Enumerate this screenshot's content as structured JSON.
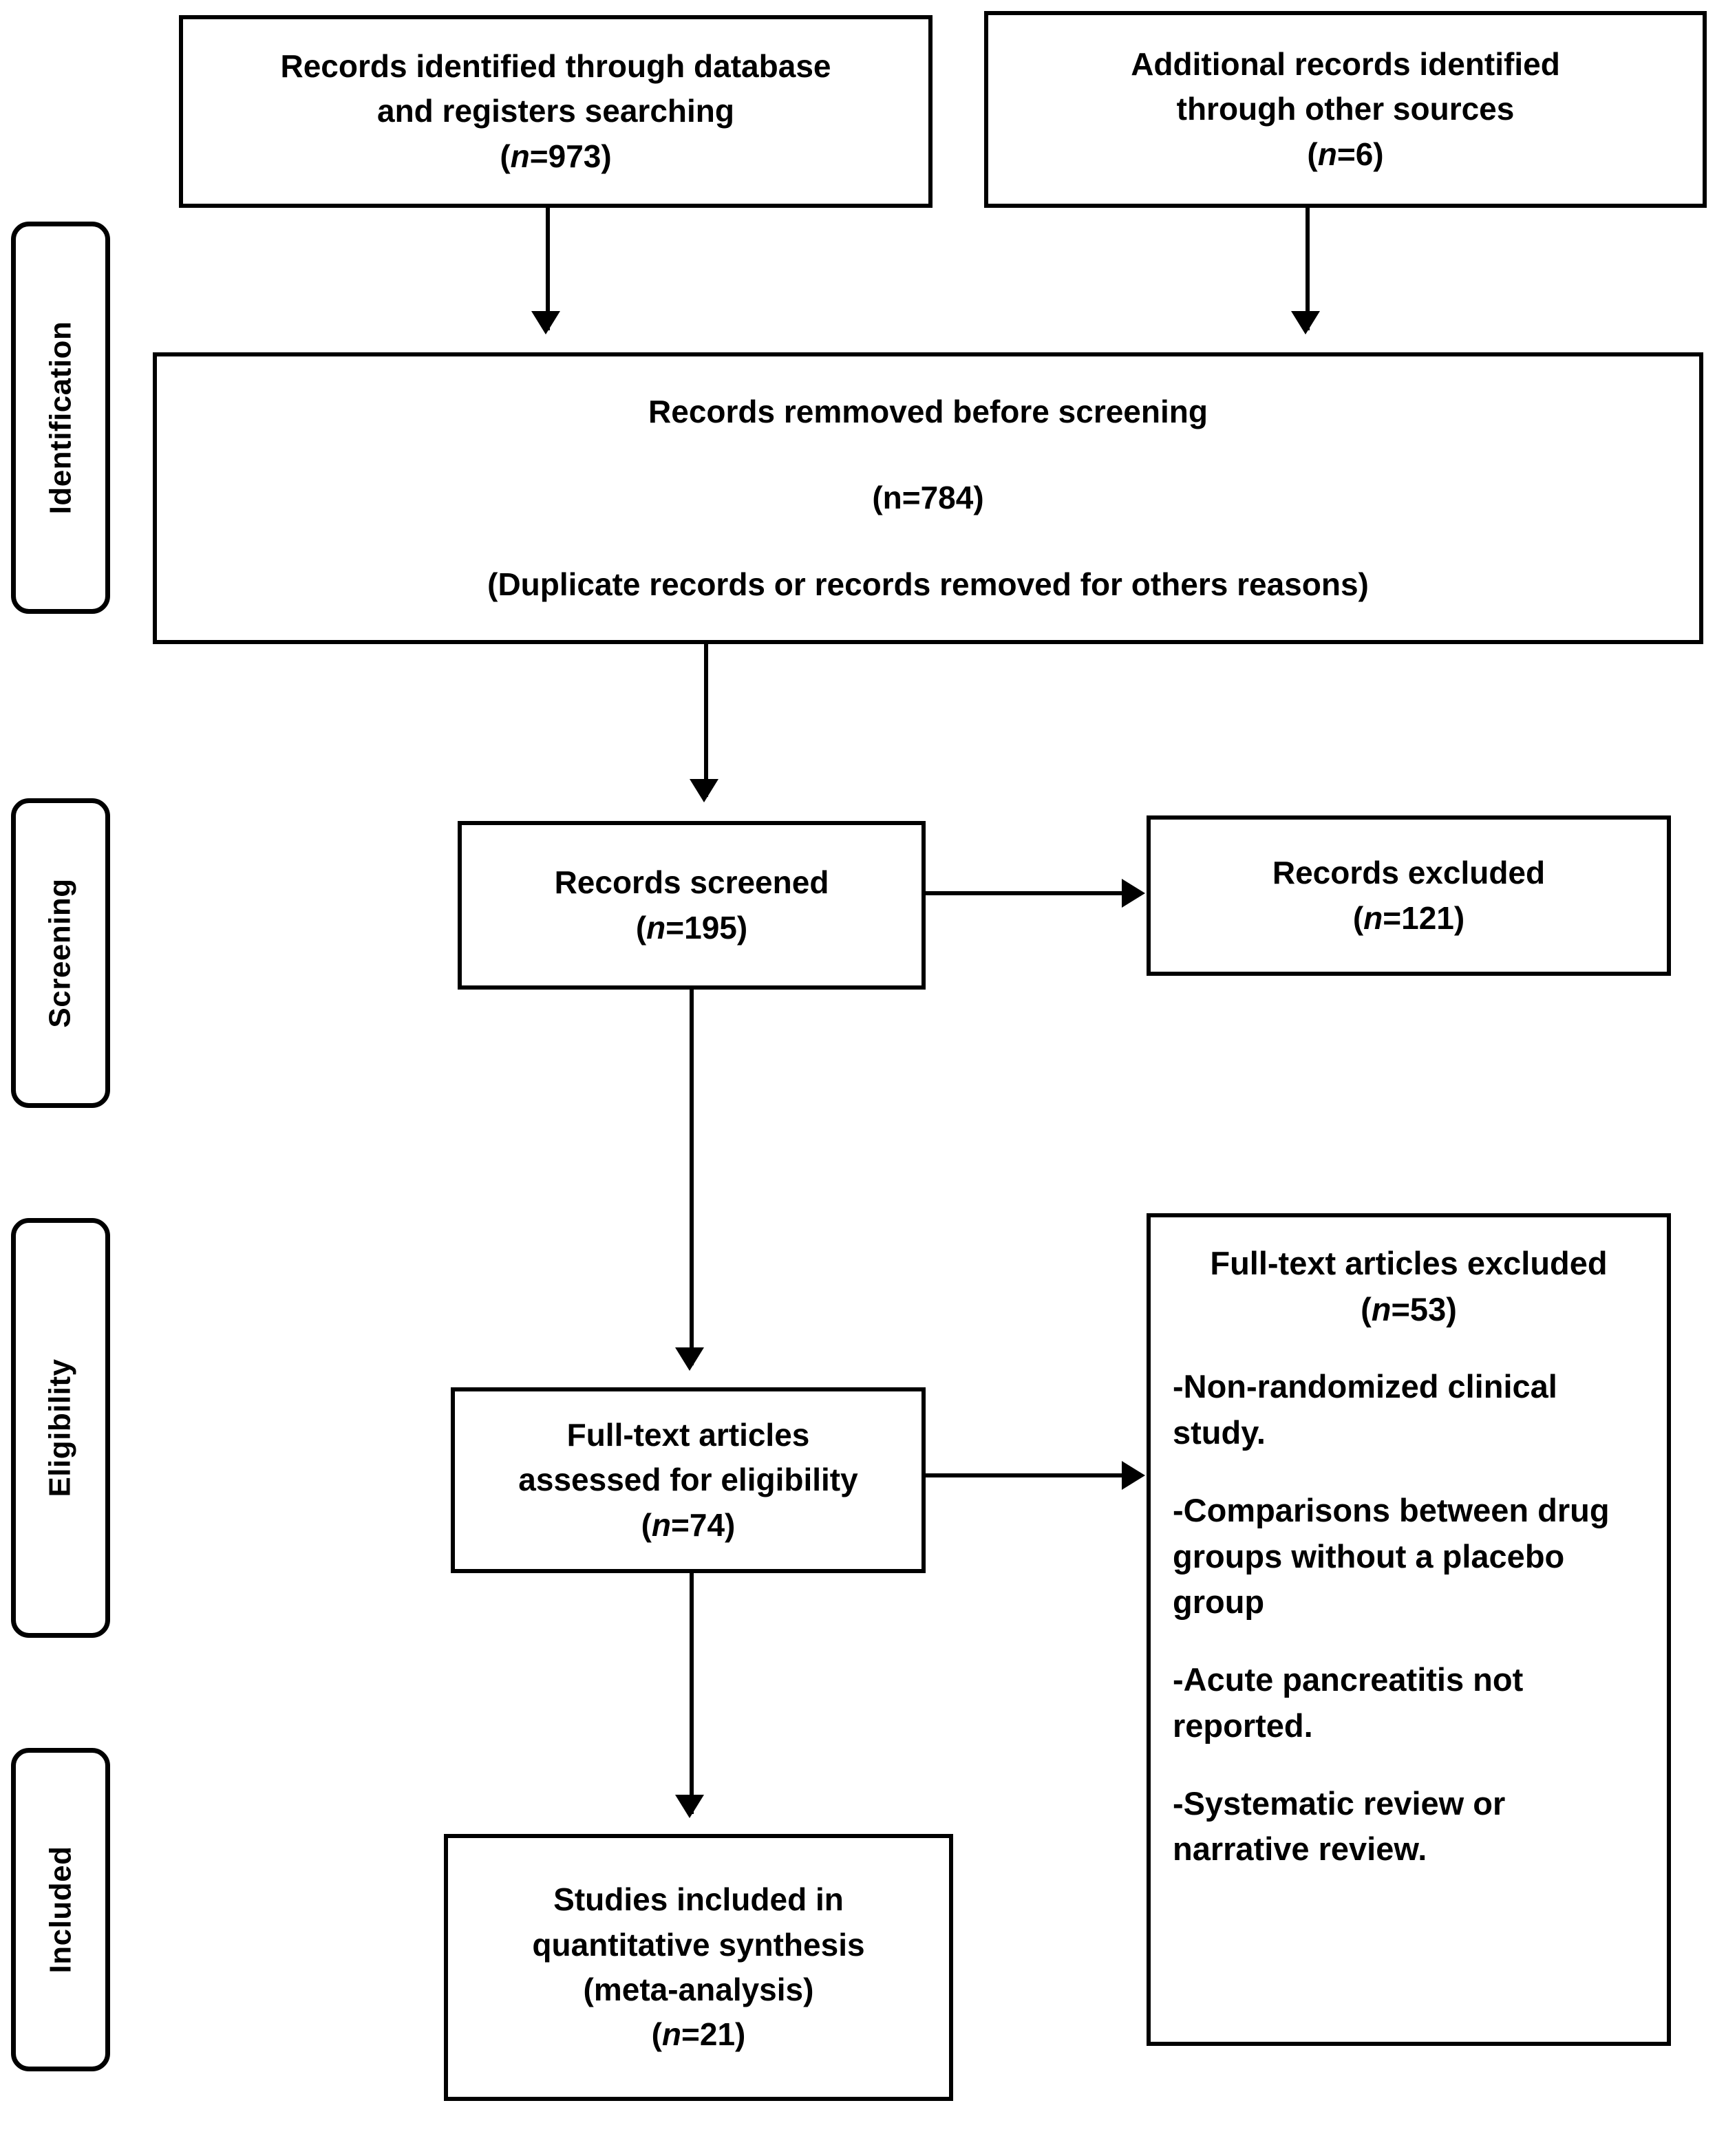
{
  "diagram": {
    "title": "PRISMA flow diagram",
    "stages": [
      {
        "id": "identification",
        "label": "Identification"
      },
      {
        "id": "screening",
        "label": "Screening"
      },
      {
        "id": "eligibility",
        "label": "Eligibility"
      },
      {
        "id": "included",
        "label": "Included"
      }
    ],
    "boxes": {
      "identified": {
        "line1": "Records identified through database",
        "line2": "and registers searching",
        "count_open": "(",
        "count_n": "n",
        "count_value": "=973)"
      },
      "additional": {
        "line1": "Additional records identified",
        "line2": "through other sources",
        "count_open": "(",
        "count_n": "n",
        "count_value": "=6)"
      },
      "removed": {
        "line1": "Records remmoved before screening",
        "line2": "(n=784)",
        "line3": "(Duplicate records or records removed for others reasons)"
      },
      "screened": {
        "line1": "Records screened",
        "count_open": "(",
        "count_n": "n",
        "count_value": "=195)"
      },
      "excluded": {
        "line1": "Records excluded",
        "count_open": "(",
        "count_n": "n",
        "count_value": "=121)"
      },
      "fulltext": {
        "line1": "Full-text articles",
        "line2": "assessed for eligibility",
        "count_open": "(",
        "count_n": "n",
        "count_value": "=74)"
      },
      "fulltext_excluded": {
        "header": "Full-text articles excluded",
        "count_open": "(",
        "count_n": "n",
        "count_value": "=53)",
        "reasons": [
          "-Non-randomized clinical study.",
          "-Comparisons between drug groups without a placebo group",
          "-Acute pancreatitis not reported.",
          "-Systematic review or narrative review."
        ]
      },
      "included": {
        "line1": "Studies included in",
        "line2": "quantitative synthesis",
        "line3": "(meta-analysis)",
        "count_open": "(",
        "count_n": "n",
        "count_value": "=21)"
      }
    },
    "colors": {
      "stroke": "#000000",
      "background": "#ffffff",
      "text": "#000000"
    }
  }
}
